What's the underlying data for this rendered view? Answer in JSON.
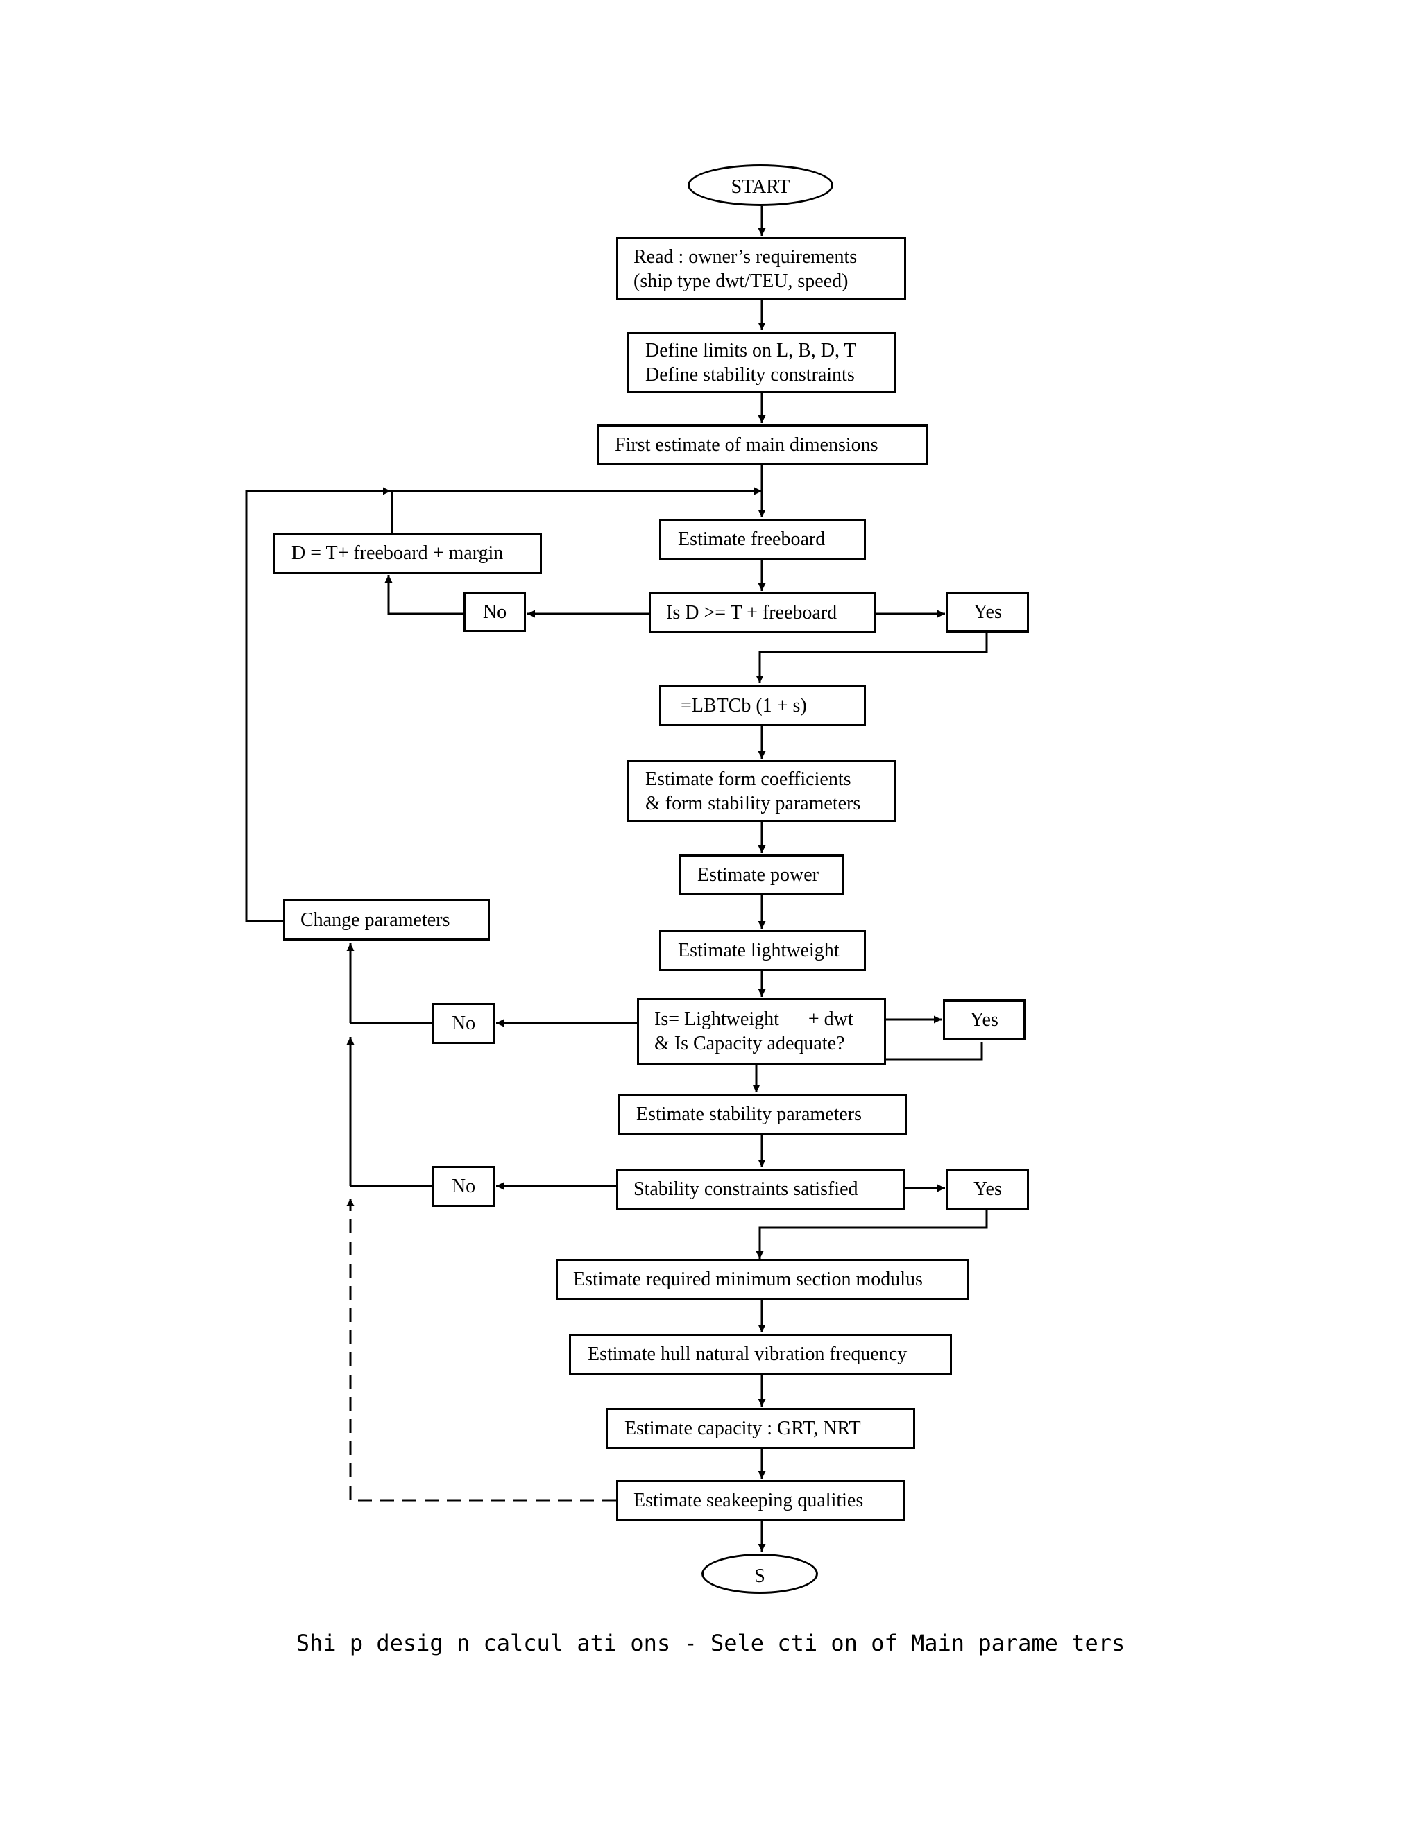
{
  "nodes": {
    "start": "START",
    "read": [
      "Read : owner’s requirements",
      "(ship type dwt/TEU, speed)"
    ],
    "limits": [
      "Define limits on L, B, D, T",
      "Define stability constraints"
    ],
    "first_estimate": "First estimate of main dimensions",
    "freeboard": "Estimate freeboard",
    "d_formula": "D = T+ freeboard + margin",
    "no1": "No",
    "check_d": "Is D >= T + freeboard",
    "yes1": "Yes",
    "lbtcb": "=LBTCb (1 + s)",
    "form_coeff": [
      "Estimate form coefficients",
      "& form stability parameters"
    ],
    "power": "Estimate power",
    "change": "Change parameters",
    "lightweight": "Estimate lightweight",
    "no2": "No",
    "check_lw": [
      "Is= Lightweight      + dwt",
      "& Is Capacity adequate?"
    ],
    "yes2": "Yes",
    "stab_params": "Estimate stability parameters",
    "no3": "No",
    "stab_check": "Stability constraints satisfied",
    "yes3": "Yes",
    "section_modulus": "Estimate required minimum section modulus",
    "vibration": "Estimate hull natural vibration frequency",
    "capacity": "Estimate capacity : GRT, NRT",
    "seakeeping": "Estimate seakeeping qualities",
    "stop": "S"
  },
  "caption": "Shi p desig n calcul ati ons - Sele cti on of Main parame ters"
}
